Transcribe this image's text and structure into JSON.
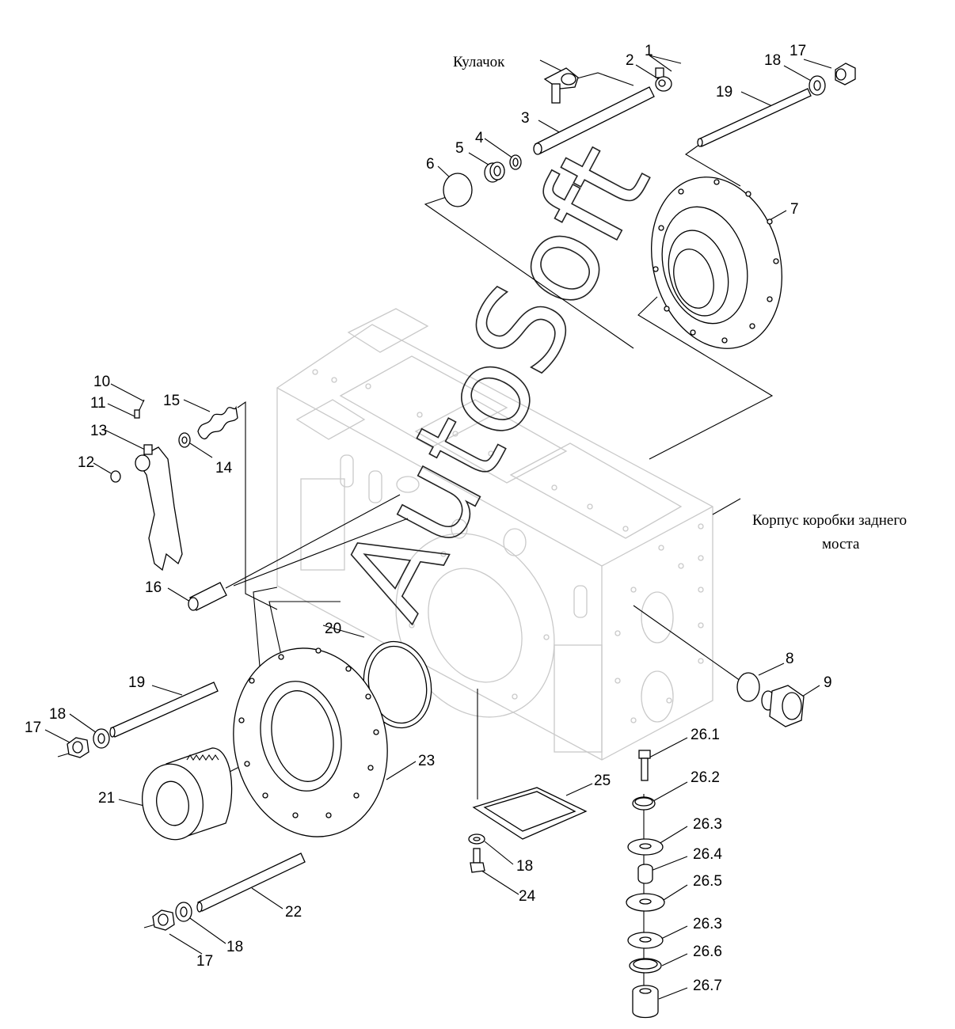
{
  "captions": {
    "cam": "Кулачок",
    "housing_line1": "Корпус коробки заднего",
    "housing_line2": "моста"
  },
  "watermark": "AutoSoft",
  "labels": [
    {
      "id": "l1",
      "text": "1"
    },
    {
      "id": "l2",
      "text": "2"
    },
    {
      "id": "l3",
      "text": "3"
    },
    {
      "id": "l4",
      "text": "4"
    },
    {
      "id": "l5",
      "text": "5"
    },
    {
      "id": "l6",
      "text": "6"
    },
    {
      "id": "l7",
      "text": "7"
    },
    {
      "id": "l8",
      "text": "8"
    },
    {
      "id": "l9",
      "text": "9"
    },
    {
      "id": "l10",
      "text": "10"
    },
    {
      "id": "l11",
      "text": "11"
    },
    {
      "id": "l12",
      "text": "12"
    },
    {
      "id": "l13",
      "text": "13"
    },
    {
      "id": "l14",
      "text": "14"
    },
    {
      "id": "l15",
      "text": "15"
    },
    {
      "id": "l16",
      "text": "16"
    },
    {
      "id": "l17a",
      "text": "17"
    },
    {
      "id": "l17b",
      "text": "17"
    },
    {
      "id": "l17c",
      "text": "17"
    },
    {
      "id": "l18a",
      "text": "18"
    },
    {
      "id": "l18b",
      "text": "18"
    },
    {
      "id": "l18c",
      "text": "18"
    },
    {
      "id": "l18d",
      "text": "18"
    },
    {
      "id": "l19a",
      "text": "19"
    },
    {
      "id": "l19b",
      "text": "19"
    },
    {
      "id": "l20",
      "text": "20"
    },
    {
      "id": "l21",
      "text": "21"
    },
    {
      "id": "l22",
      "text": "22"
    },
    {
      "id": "l23",
      "text": "23"
    },
    {
      "id": "l24",
      "text": "24"
    },
    {
      "id": "l25",
      "text": "25"
    },
    {
      "id": "l261",
      "text": "26.1"
    },
    {
      "id": "l262",
      "text": "26.2"
    },
    {
      "id": "l263a",
      "text": "26.3"
    },
    {
      "id": "l264",
      "text": "26.4"
    },
    {
      "id": "l265",
      "text": "26.5"
    },
    {
      "id": "l263b",
      "text": "26.3"
    },
    {
      "id": "l266",
      "text": "26.6"
    },
    {
      "id": "l267",
      "text": "26.7"
    }
  ]
}
